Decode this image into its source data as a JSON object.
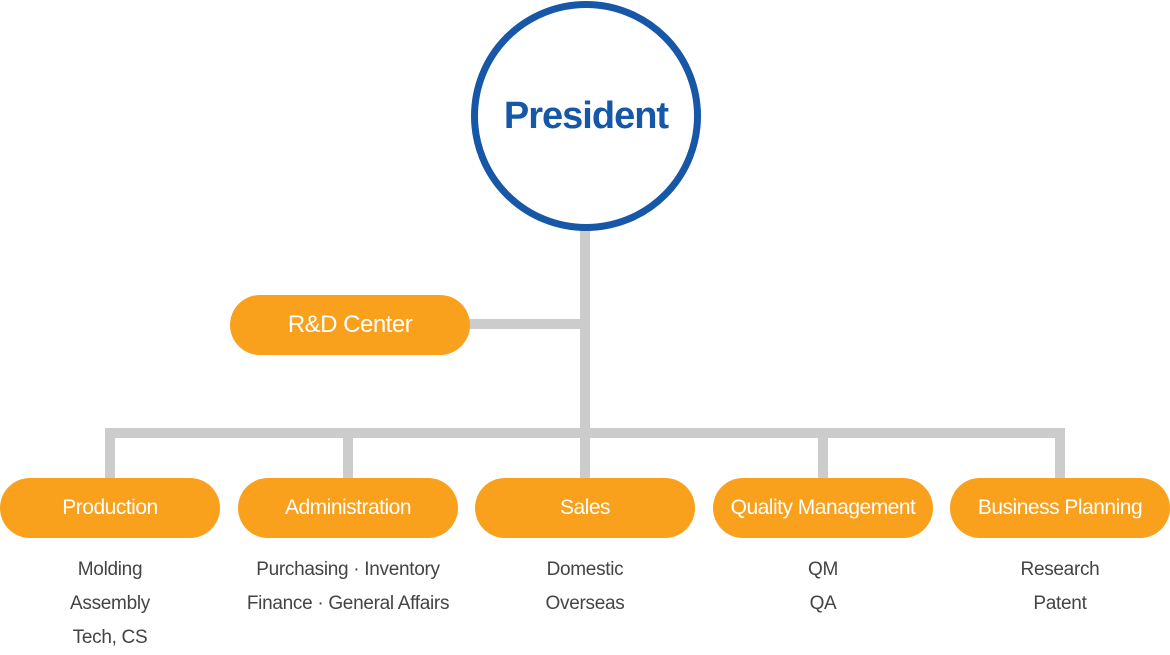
{
  "president": {
    "label": "President"
  },
  "rd_center": {
    "label": "R&D Center"
  },
  "departments": [
    {
      "label": "Production",
      "items": [
        "Molding",
        "Assembly",
        "Tech, CS"
      ]
    },
    {
      "label": "Administration",
      "items": [
        "Purchasing · Inventory",
        "Finance · General Affairs"
      ]
    },
    {
      "label": "Sales",
      "items": [
        "Domestic",
        "Overseas"
      ]
    },
    {
      "label": "Quality Management",
      "items": [
        "QM",
        "QA"
      ]
    },
    {
      "label": "Business Planning",
      "items": [
        "Research",
        "Patent"
      ]
    }
  ],
  "colors": {
    "president_blue": "#1657a7",
    "node_orange": "#f9a01c",
    "connector_gray": "#cccccc",
    "item_text": "#444444"
  }
}
